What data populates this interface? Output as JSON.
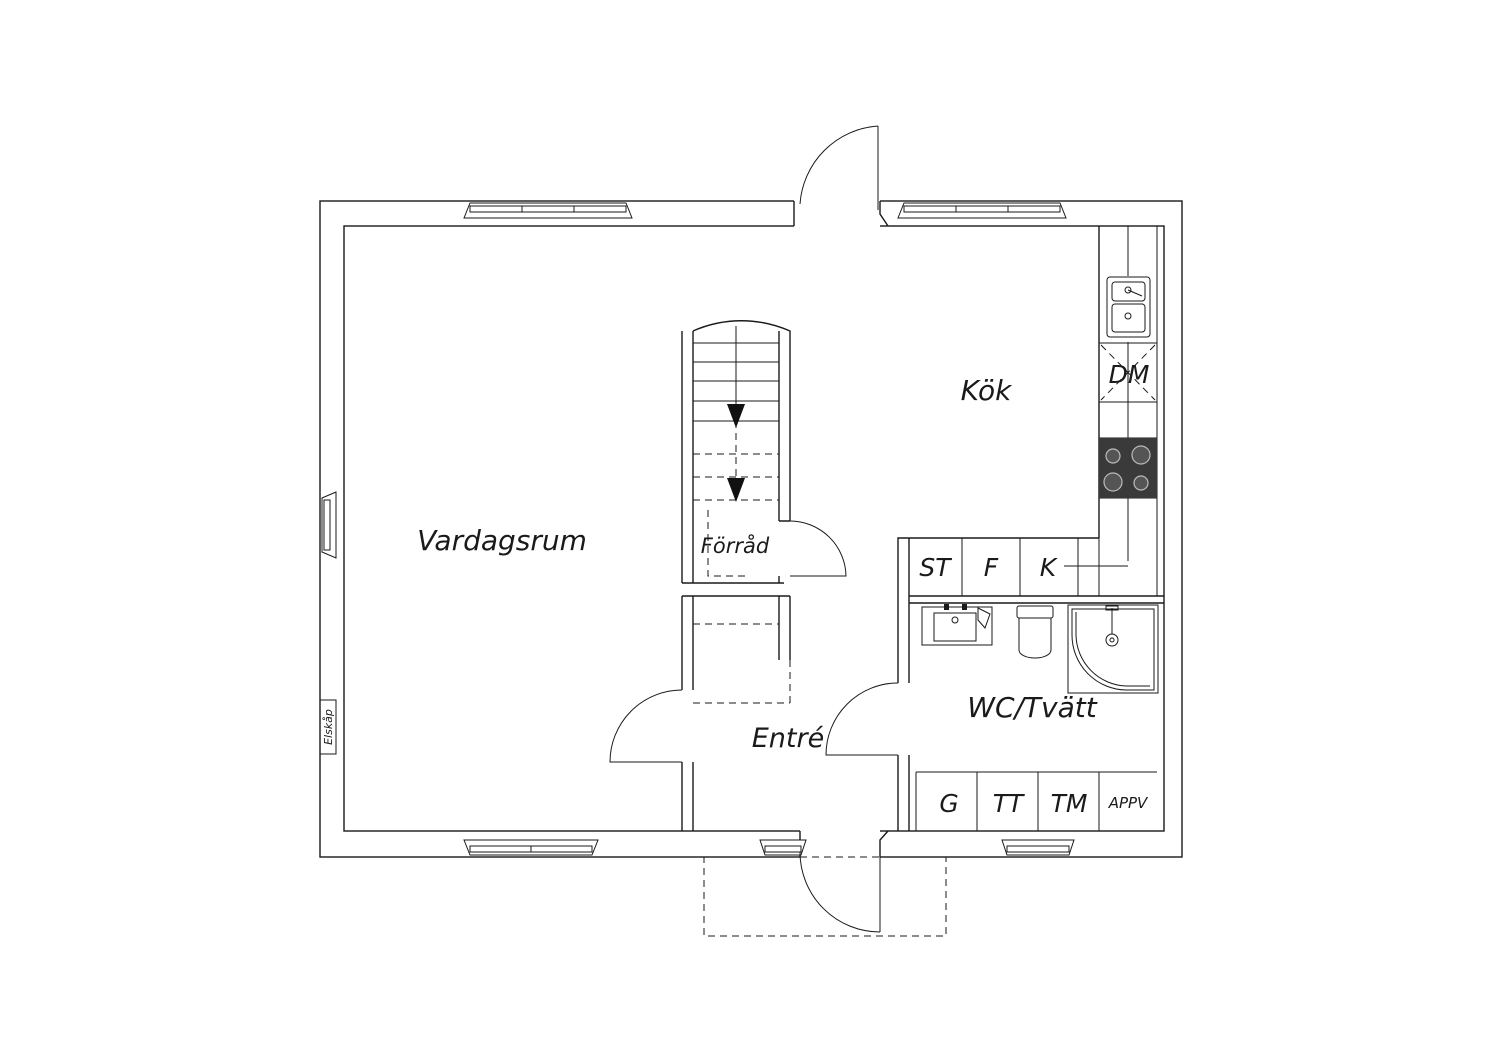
{
  "rooms": {
    "living": "Vardagsrum",
    "kitchen": "Kök",
    "storage": "Förråd",
    "entrance": "Entré",
    "wc": "WC/Tvätt"
  },
  "fixtures": {
    "dishwasher": "DM",
    "elskap": "Elskåp",
    "kitchen_units": [
      "ST",
      "F",
      "K"
    ],
    "laundry_units": [
      "G",
      "TT",
      "TM",
      "APPV"
    ]
  }
}
